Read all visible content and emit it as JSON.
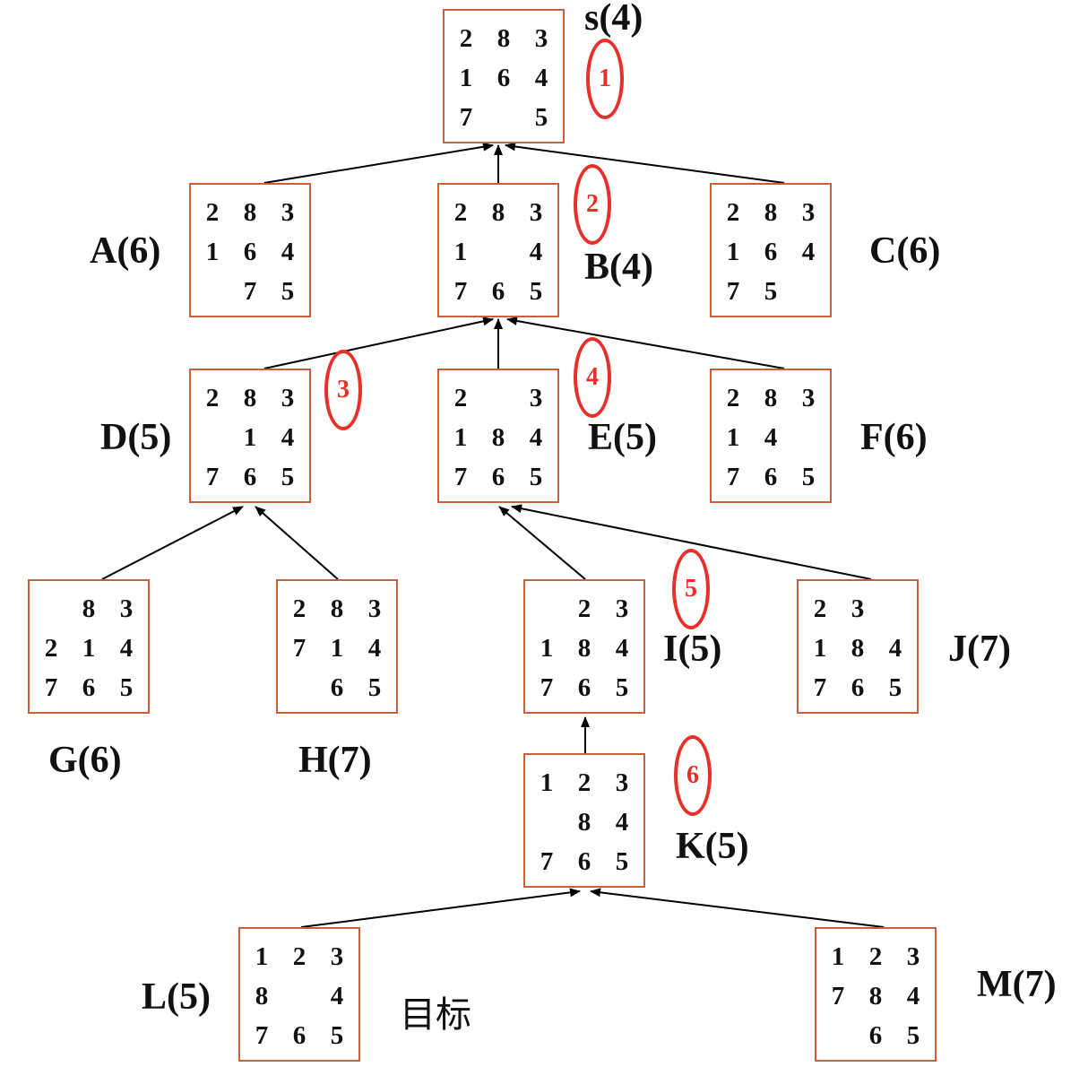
{
  "nodes": {
    "s": {
      "label": "s(4)",
      "grid": [
        [
          "2",
          "8",
          "3"
        ],
        [
          "1",
          "6",
          "4"
        ],
        [
          "7",
          "",
          "5"
        ]
      ]
    },
    "A": {
      "label": "A(6)",
      "grid": [
        [
          "2",
          "8",
          "3"
        ],
        [
          "1",
          "6",
          "4"
        ],
        [
          "",
          "7",
          "5"
        ]
      ]
    },
    "B": {
      "label": "B(4)",
      "grid": [
        [
          "2",
          "8",
          "3"
        ],
        [
          "1",
          "",
          "4"
        ],
        [
          "7",
          "6",
          "5"
        ]
      ]
    },
    "C": {
      "label": "C(6)",
      "grid": [
        [
          "2",
          "8",
          "3"
        ],
        [
          "1",
          "6",
          "4"
        ],
        [
          "7",
          "5",
          ""
        ]
      ]
    },
    "D": {
      "label": "D(5)",
      "grid": [
        [
          "2",
          "8",
          "3"
        ],
        [
          "",
          "1",
          "4"
        ],
        [
          "7",
          "6",
          "5"
        ]
      ]
    },
    "E": {
      "label": "E(5)",
      "grid": [
        [
          "2",
          "",
          "3"
        ],
        [
          "1",
          "8",
          "4"
        ],
        [
          "7",
          "6",
          "5"
        ]
      ]
    },
    "F": {
      "label": "F(6)",
      "grid": [
        [
          "2",
          "8",
          "3"
        ],
        [
          "1",
          "4",
          ""
        ],
        [
          "7",
          "6",
          "5"
        ]
      ]
    },
    "G": {
      "label": "G(6)",
      "grid": [
        [
          "",
          "8",
          "3"
        ],
        [
          "2",
          "1",
          "4"
        ],
        [
          "7",
          "6",
          "5"
        ]
      ]
    },
    "H": {
      "label": "H(7)",
      "grid": [
        [
          "2",
          "8",
          "3"
        ],
        [
          "7",
          "1",
          "4"
        ],
        [
          "",
          "6",
          "5"
        ]
      ]
    },
    "I": {
      "label": "I(5)",
      "grid": [
        [
          "",
          "2",
          "3"
        ],
        [
          "1",
          "8",
          "4"
        ],
        [
          "7",
          "6",
          "5"
        ]
      ]
    },
    "J": {
      "label": "J(7)",
      "grid": [
        [
          "2",
          "3",
          ""
        ],
        [
          "1",
          "8",
          "4"
        ],
        [
          "7",
          "6",
          "5"
        ]
      ]
    },
    "K": {
      "label": "K(5)",
      "grid": [
        [
          "1",
          "2",
          "3"
        ],
        [
          "",
          "8",
          "4"
        ],
        [
          "7",
          "6",
          "5"
        ]
      ]
    },
    "L": {
      "label": "L(5)",
      "grid": [
        [
          "1",
          "2",
          "3"
        ],
        [
          "8",
          "",
          "4"
        ],
        [
          "7",
          "6",
          "5"
        ]
      ]
    },
    "M": {
      "label": "M(7)",
      "grid": [
        [
          "1",
          "2",
          "3"
        ],
        [
          "7",
          "8",
          "4"
        ],
        [
          "",
          "6",
          "5"
        ]
      ]
    }
  },
  "edges": [
    [
      "A",
      "s"
    ],
    [
      "B",
      "s"
    ],
    [
      "C",
      "s"
    ],
    [
      "D",
      "B"
    ],
    [
      "E",
      "B"
    ],
    [
      "F",
      "B"
    ],
    [
      "G",
      "D"
    ],
    [
      "H",
      "D"
    ],
    [
      "I",
      "E"
    ],
    [
      "J",
      "E"
    ],
    [
      "K",
      "I"
    ],
    [
      "L",
      "K"
    ],
    [
      "M",
      "K"
    ]
  ],
  "expansion_order": [
    "1",
    "2",
    "3",
    "4",
    "5",
    "6"
  ],
  "goal_text": "目标",
  "colors": {
    "box_border": "#c8603c",
    "order_circle": "#e8302a",
    "text": "#111111"
  }
}
